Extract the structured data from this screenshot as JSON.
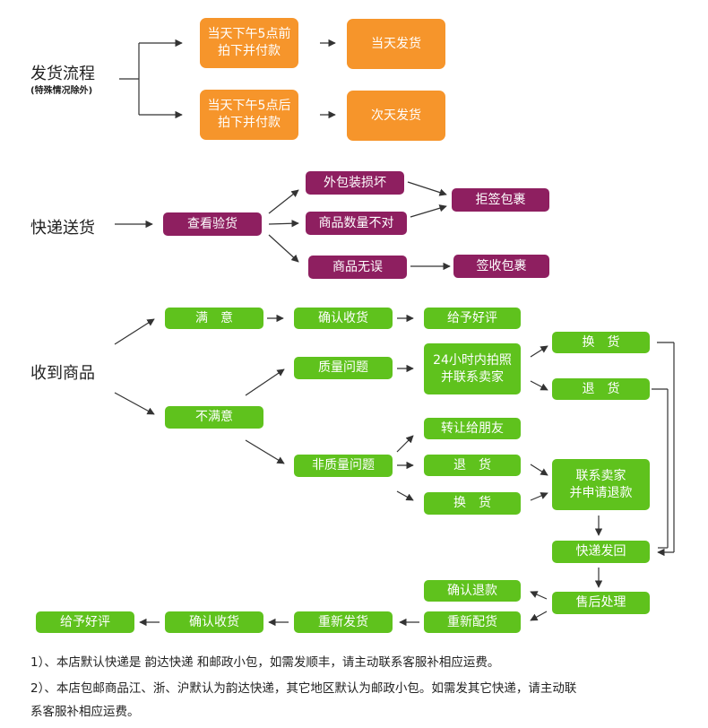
{
  "sections": {
    "shipping": {
      "title": "发货流程",
      "subtitle": "(特殊情况除外)"
    },
    "delivery": {
      "title": "快递送货"
    },
    "receiving": {
      "title": "收到商品"
    }
  },
  "shipping": {
    "before5_line1": "当天下午5点前",
    "before5_line2": "拍下并付款",
    "ship_today": "当天发货",
    "after5_line1": "当天下午5点后",
    "after5_line2": "拍下并付款",
    "ship_next_day": "次天发货"
  },
  "delivery": {
    "inspect": "查看验货",
    "damaged_package": "外包装损坏",
    "quantity_wrong": "商品数量不对",
    "goods_ok": "商品无误",
    "reject": "拒签包裹",
    "sign": "签收包裹"
  },
  "receiving": {
    "satisfied": "满　意",
    "confirm_receipt": "确认收货",
    "give_rating": "给予好评",
    "quality_issue": "质量问题",
    "photo_line1": "24小时内拍照",
    "photo_line2": "并联系卖家",
    "exchange": "换　货",
    "return": "退　货",
    "unsatisfied": "不满意",
    "non_quality_issue": "非质量问题",
    "gift_friend": "转让给朋友",
    "return2": "退　货",
    "exchange2": "换　货",
    "contact_line1": "联系卖家",
    "contact_line2": "并申请退款",
    "express_back": "快递发回",
    "after_sales": "售后处理",
    "confirm_refund": "确认退款",
    "reship_goods": "重新配货",
    "reship": "重新发货",
    "confirm_receipt2": "确认收货",
    "give_rating2": "给予好评"
  },
  "notes": {
    "note1": "1）、本店默认快递是 韵达快递 和邮政小包，如需发顺丰，请主动联系客服补相应运费。",
    "note2_line1": "2）、本店包邮商品江、浙、沪默认为韵达快递，其它地区默认为邮政小包。如需发其它快递，请主动联",
    "note2_line2": "系客服补相应运费。"
  },
  "colors": {
    "orange": "#f6952b",
    "purple": "#8e1f60",
    "green": "#5fc21d",
    "line": "#333333"
  }
}
